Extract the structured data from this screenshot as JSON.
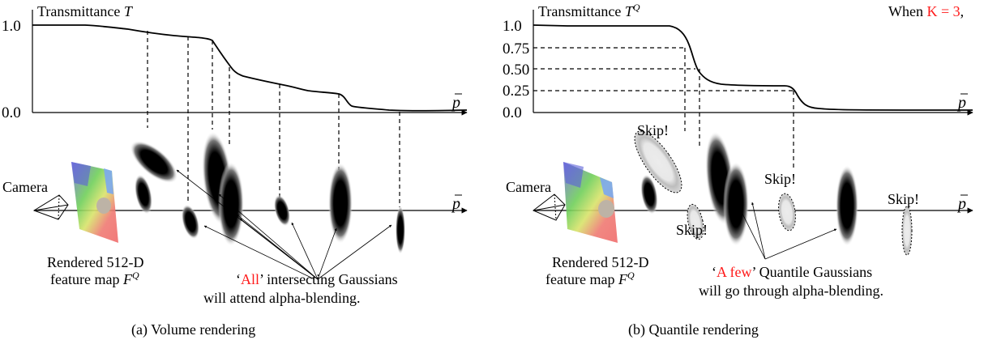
{
  "colors": {
    "highlight": "#ff1a1a",
    "ink": "#000000",
    "skip_fill": "#e6e6e6"
  },
  "panel_a": {
    "y_axis_title_prefix": "Transmittance ",
    "y_axis_title_var": "T",
    "y_ticks": [
      "1.0",
      "0.0"
    ],
    "x_axis_label": "p",
    "camera_label": "Camera",
    "feature_map_line1": "Rendered 512-D",
    "feature_map_line2": "feature map ",
    "feature_map_var": "F",
    "feature_map_sup": "Q",
    "note_quote_open": "‘",
    "note_highlight": "All",
    "note_rest": "’ intersecting Gaussians",
    "note_line2": "will attend alpha-blending.",
    "caption": "(a) Volume rendering"
  },
  "panel_b": {
    "y_axis_title_prefix": "Transmittance ",
    "y_axis_title_var": "T",
    "y_axis_title_sup": "Q",
    "y_ticks": [
      "1.0",
      "0.75",
      "0.50",
      "0.25",
      "0.0"
    ],
    "x_axis_label": "p",
    "k_prefix": "When ",
    "k_value": "K = 3",
    "k_suffix": ",",
    "camera_label": "Camera",
    "skip_label": "Skip!",
    "feature_map_line1": "Rendered 512-D",
    "feature_map_line2": "feature map ",
    "feature_map_var": "F",
    "feature_map_sup": "Q",
    "note_quote_open": "‘",
    "note_highlight": "A few",
    "note_rest": "’ Quantile Gaussians",
    "note_line2": "will go through alpha-blending.",
    "caption": "(b) Quantile rendering"
  }
}
